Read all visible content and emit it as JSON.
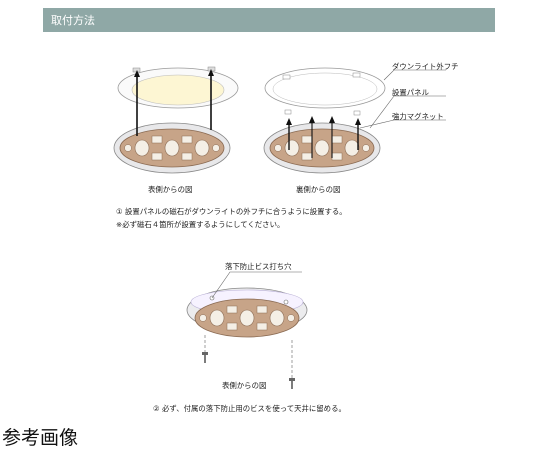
{
  "header": {
    "title": "取付方法"
  },
  "top": {
    "front_caption": "表側からの図",
    "back_caption": "裏側からの図",
    "callouts": [
      "ダウンライト外フチ",
      "設置パネル",
      "強力マグネット"
    ]
  },
  "notes": {
    "step1": "① 設置パネルの磁石がダウンライトの外フチに合うように設置する。",
    "step1_note": "※必ず磁石４箇所が設置するようにしてください。",
    "step2_callout": "落下防止ビス打ち穴",
    "step2_caption": "表側からの図",
    "step2": "② 必ず、付属の落下防止用のビスを使って天井に留める。"
  },
  "footer": {
    "reference": "参考画像"
  },
  "colors": {
    "header": "#8fa8a6",
    "panel": "#c7a488",
    "light": "#fdf6d3"
  }
}
